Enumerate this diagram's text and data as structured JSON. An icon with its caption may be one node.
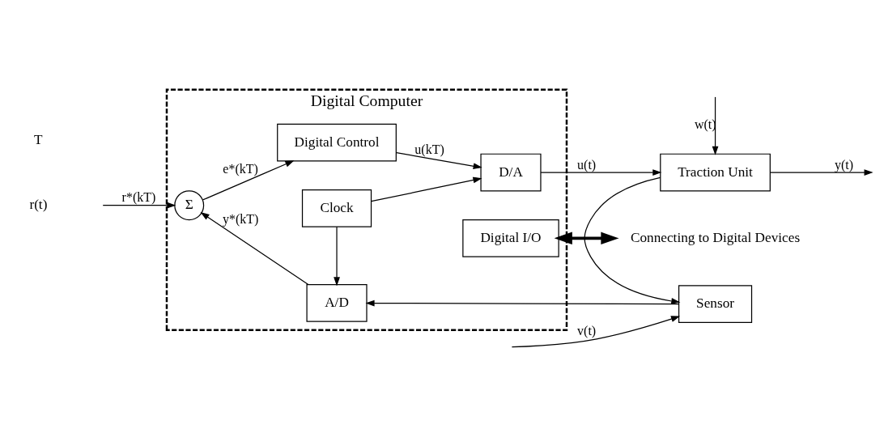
{
  "diagram": {
    "nodes": [
      {
        "text": [
          "Digital Computer"
        ]
      },
      {
        "text": [
          "Σ"
        ],
        "in": 0
      },
      {
        "text": [
          "Digital Control"
        ],
        "in": 0
      },
      {
        "text": [
          "Clock"
        ],
        "in": 0
      },
      {
        "text": [
          "D/A"
        ],
        "in": 0
      },
      {
        "text": [
          "A/D"
        ],
        "in": 0
      },
      {
        "text": [
          "Digital I/O"
        ],
        "in": 0
      },
      {
        "text": [
          "Traction Unit"
        ]
      },
      {
        "text": [
          "Sensor"
        ]
      },
      {
        "text": [
          "Connecting to Digital Devices"
        ]
      }
    ],
    "edges": [
      {
        "from": null,
        "to": 1,
        "arrow": "to",
        "label": "r*(kT)"
      },
      {
        "from": 1,
        "to": 2,
        "arrow": "to",
        "label": "e*(kT)"
      },
      {
        "from": 2,
        "to": 4,
        "arrow": "to",
        "label": "u(kT)"
      },
      {
        "from": 3,
        "to": 4,
        "arrow": "to"
      },
      {
        "from": 4,
        "to": 7,
        "arrow": "to",
        "label": "u(t)"
      },
      {
        "from": 7,
        "to": null,
        "arrow": "to",
        "label": "y(t)"
      },
      {
        "from": null,
        "to": 7,
        "arrow": "to",
        "label": "w(t)"
      },
      {
        "from": 7,
        "to": 8,
        "arrow": "to"
      },
      {
        "from": null,
        "to": 8,
        "arrow": "to",
        "label": "v(t)"
      },
      {
        "from": 8,
        "to": 5,
        "arrow": "to"
      },
      {
        "from": 3,
        "to": 5,
        "arrow": "to"
      },
      {
        "from": 5,
        "to": 1,
        "arrow": "to",
        "label": "y*(kT)"
      },
      {
        "from": 6,
        "to": 9,
        "arrow": "both",
        "style": "thick"
      }
    ],
    "labels": [
      "r(t)",
      "T"
    ]
  }
}
